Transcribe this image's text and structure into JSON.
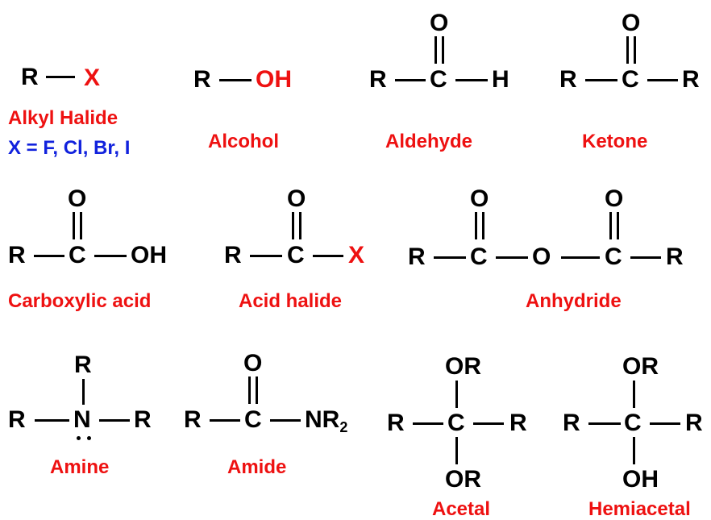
{
  "colors": {
    "bond": "#000000",
    "atom": "#000000",
    "highlight": "#ee1111",
    "name_label": "#ee1111",
    "note": "#1122dd"
  },
  "atoms": {
    "R": "R",
    "X": "X",
    "O": "O",
    "OH": "OH",
    "H": "H",
    "C": "C",
    "N": "N",
    "OR": "OR",
    "NR": "NR",
    "sub_2": "2"
  },
  "labels": {
    "alkyl_halide": "Alkyl Halide",
    "halogens": "X = F, Cl, Br, I",
    "alcohol": "Alcohol",
    "aldehyde": "Aldehyde",
    "ketone": "Ketone",
    "carboxylic_acid": "Carboxylic acid",
    "acid_halide": "Acid halide",
    "anhydride": "Anhydride",
    "amine": "Amine",
    "amide": "Amide",
    "acetal": "Acetal",
    "hemiacetal": "Hemiacetal"
  }
}
